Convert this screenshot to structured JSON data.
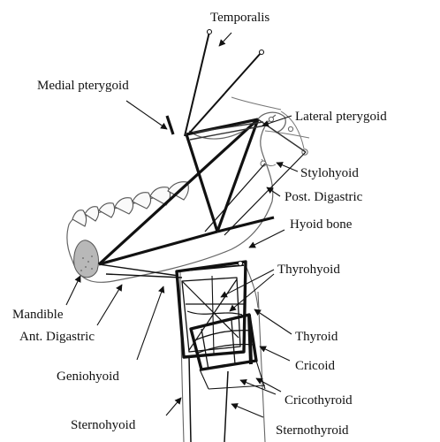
{
  "labels": {
    "temporalis": "Temporalis",
    "medial_pterygoid": "Medial pterygoid",
    "lateral_pterygoid": "Lateral pterygoid",
    "stylohyoid": "Stylohyoid",
    "post_digastric": "Post. Digastric",
    "hyoid_bone": "Hyoid bone",
    "thyrohyoid": "Thyrohyoid",
    "mandible": "Mandible",
    "ant_digastric": "Ant. Digastric",
    "thyroid": "Thyroid",
    "geniohyoid": "Geniohyoid",
    "cricoid": "Cricoid",
    "cricothyroid": "Cricothyroid",
    "sternohyoid": "Sternohyoid",
    "sternothyroid": "Sternothyroid"
  }
}
